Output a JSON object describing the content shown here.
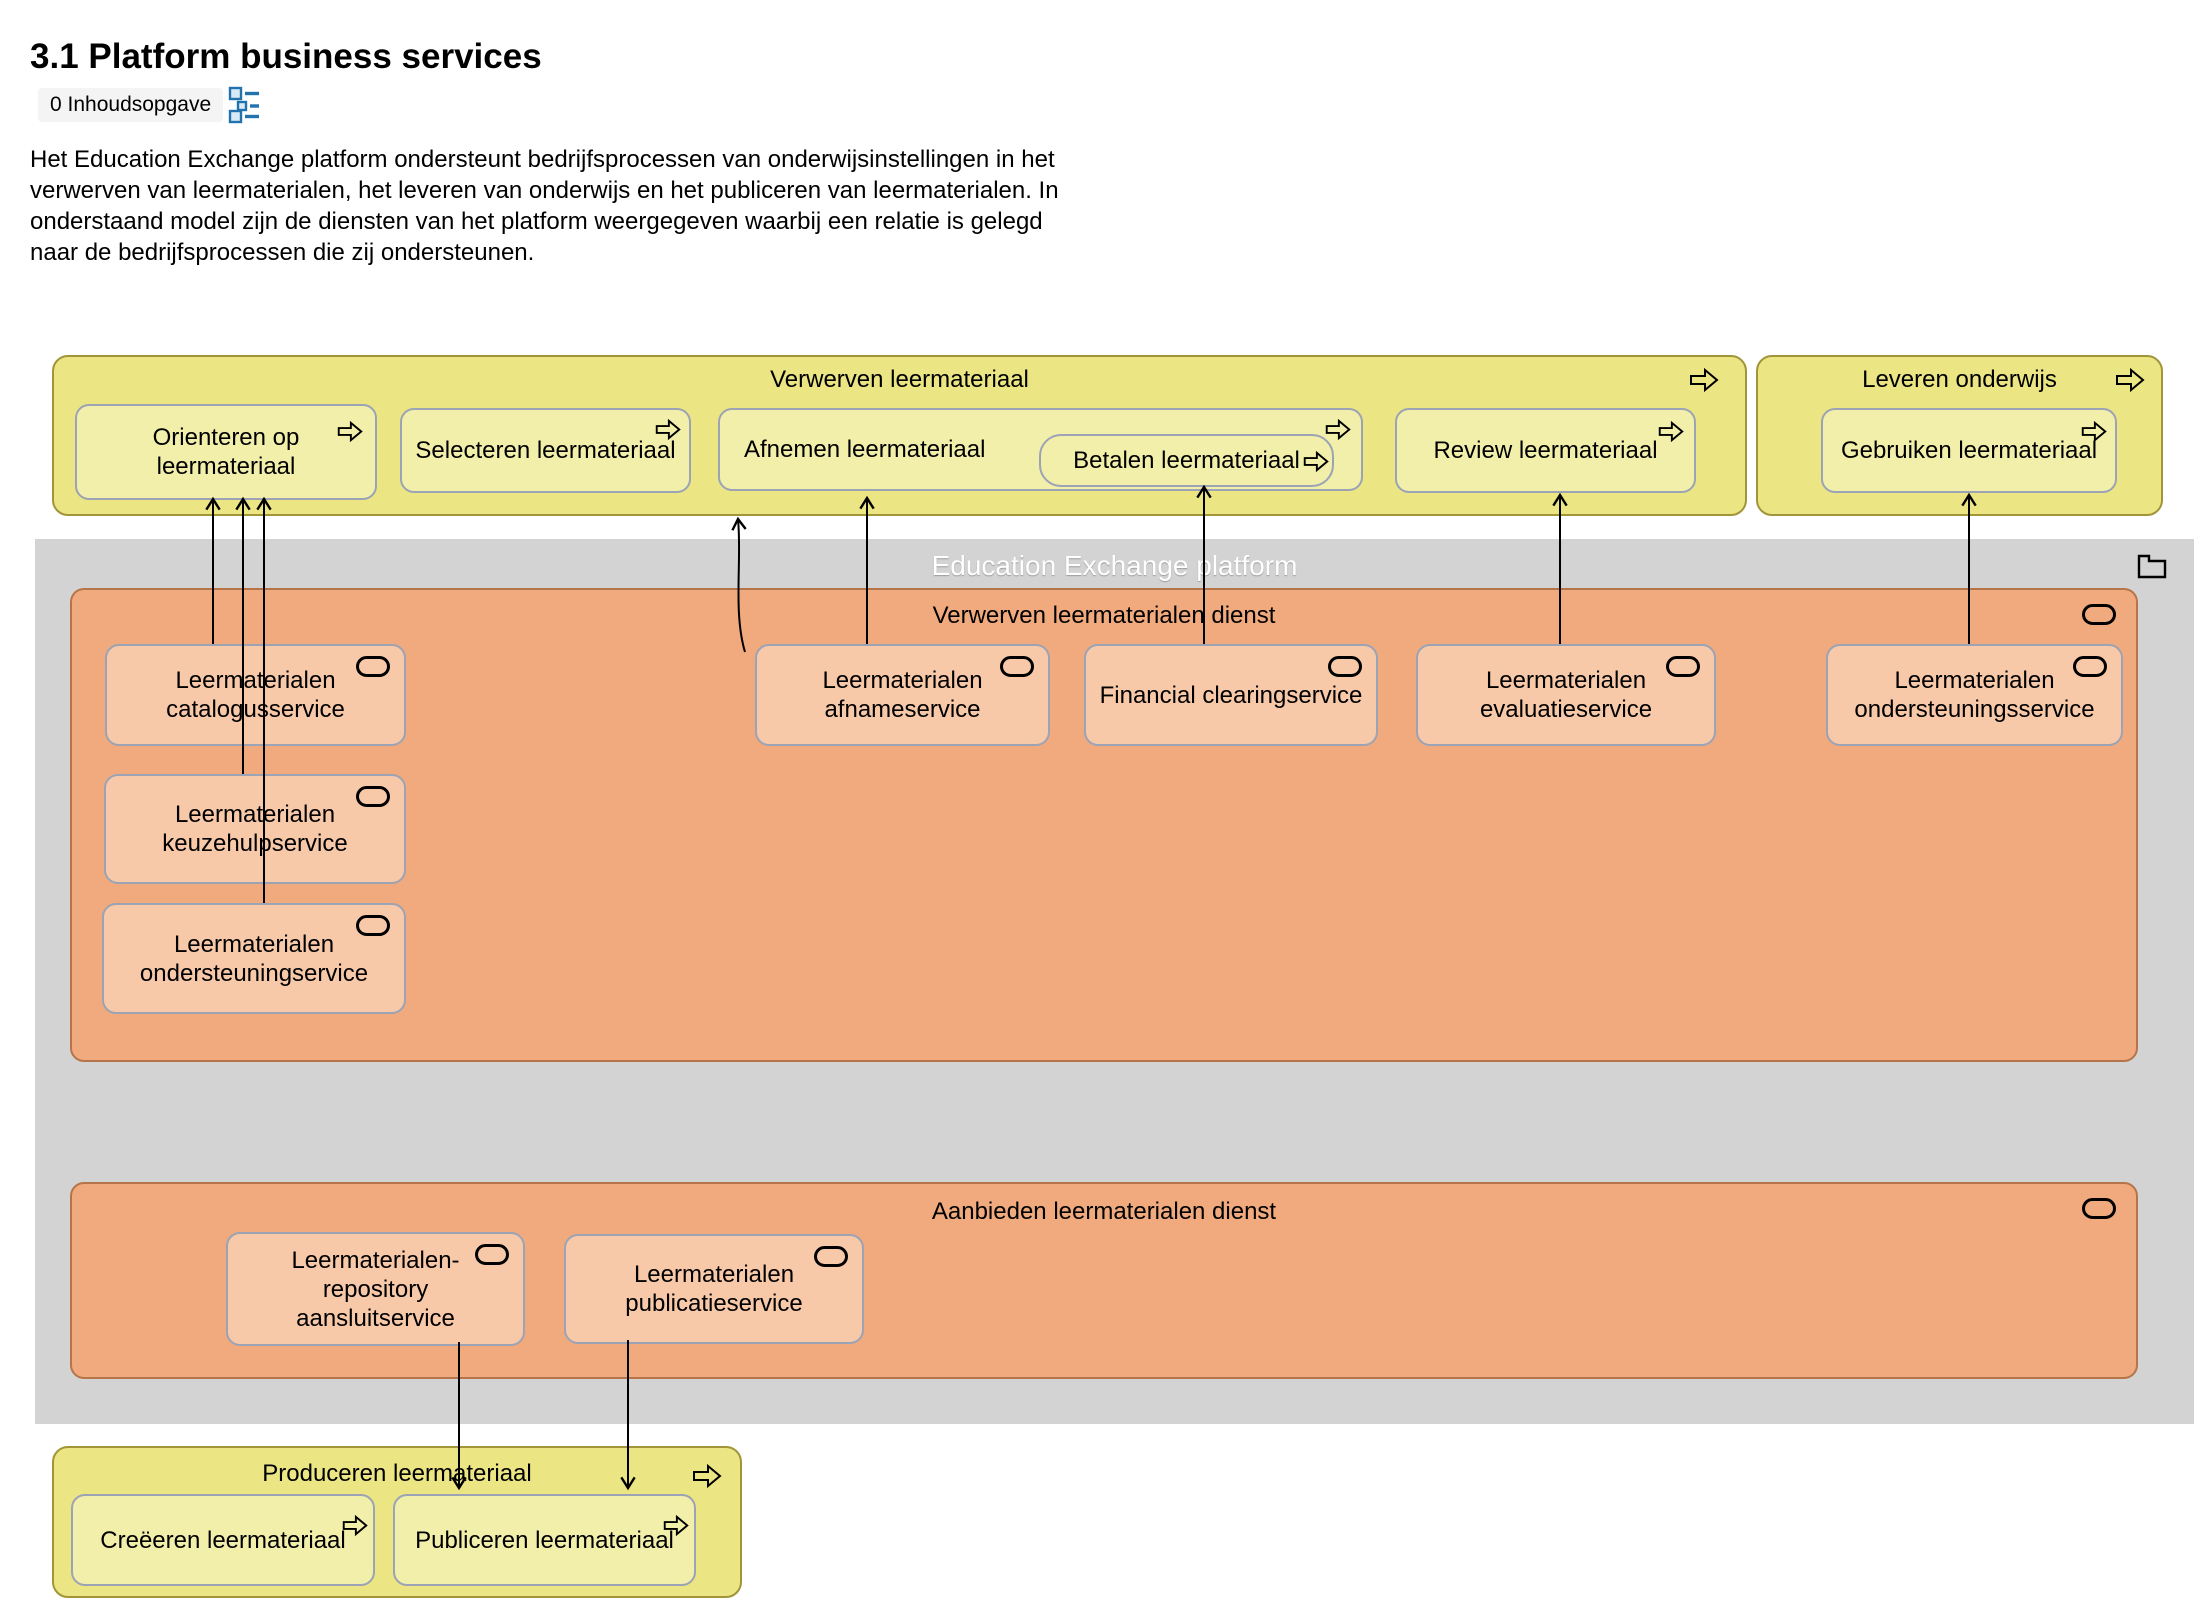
{
  "header": {
    "title": "3.1 Platform business services",
    "toc_label": "0 Inhoudsopgave",
    "intro_lines": [
      "Het Education Exchange platform ondersteunt bedrijfsprocessen van onderwijsinstellingen in het",
      "verwerven van leermaterialen, het leveren van onderwijs en het publiceren van leermaterialen. In",
      "onderstaand model zijn de diensten van het platform weergegeven waarbij een relatie is gelegd",
      "naar de bedrijfsprocessen die zij ondersteunen."
    ]
  },
  "diagram": {
    "platform": {
      "label": "Education Exchange platform"
    },
    "process_groups": {
      "verwerven": {
        "label": "Verwerven leermateriaal",
        "processes": {
          "orienteren": "Orienteren op leermateriaal",
          "selecteren": "Selecteren leermateriaal",
          "afnemen": "Afnemen leermateriaal",
          "betalen": "Betalen leermateriaal",
          "review": "Review leermateriaal"
        }
      },
      "leveren": {
        "label": "Leveren onderwijs",
        "processes": {
          "gebruiken": "Gebruiken leermateriaal"
        }
      },
      "produceren": {
        "label": "Produceren leermateriaal",
        "processes": {
          "creeeren": "Creëeren leermateriaal",
          "publiceren": "Publiceren leermateriaal"
        }
      }
    },
    "service_groups": {
      "verwerven_dienst": {
        "label": "Verwerven leermaterialen dienst",
        "services": {
          "catalogus": "Leermaterialen catalogusservice",
          "afname": "Leermaterialen afnameservice",
          "financial": "Financial clearingservice",
          "evaluatie": "Leermaterialen evaluatieservice",
          "ondersteunings_rechts": "Leermaterialen ondersteuningsservice",
          "keuzehulp": "Leermaterialen keuzehulpservice",
          "ondersteuning_links": "Leermaterialen ondersteuningservice"
        }
      },
      "aanbieden_dienst": {
        "label": "Aanbieden leermaterialen dienst",
        "services": {
          "repository": "Leermaterialen-repository aansluitservice",
          "publicatie": "Leermaterialen publicatieservice"
        }
      }
    }
  },
  "colors": {
    "process_group_fill": "#ebe583",
    "process_fill": "#f2efab",
    "process_group_border": "#a29539",
    "element_border": "#9ba3b5",
    "platform_fill": "#d3d3d3",
    "service_group_fill": "#f0aa7d",
    "service_group_border": "#b5744a",
    "service_fill": "#f8c9a9",
    "connector": "#000000",
    "toc_icon_blue": "#2272ae"
  }
}
